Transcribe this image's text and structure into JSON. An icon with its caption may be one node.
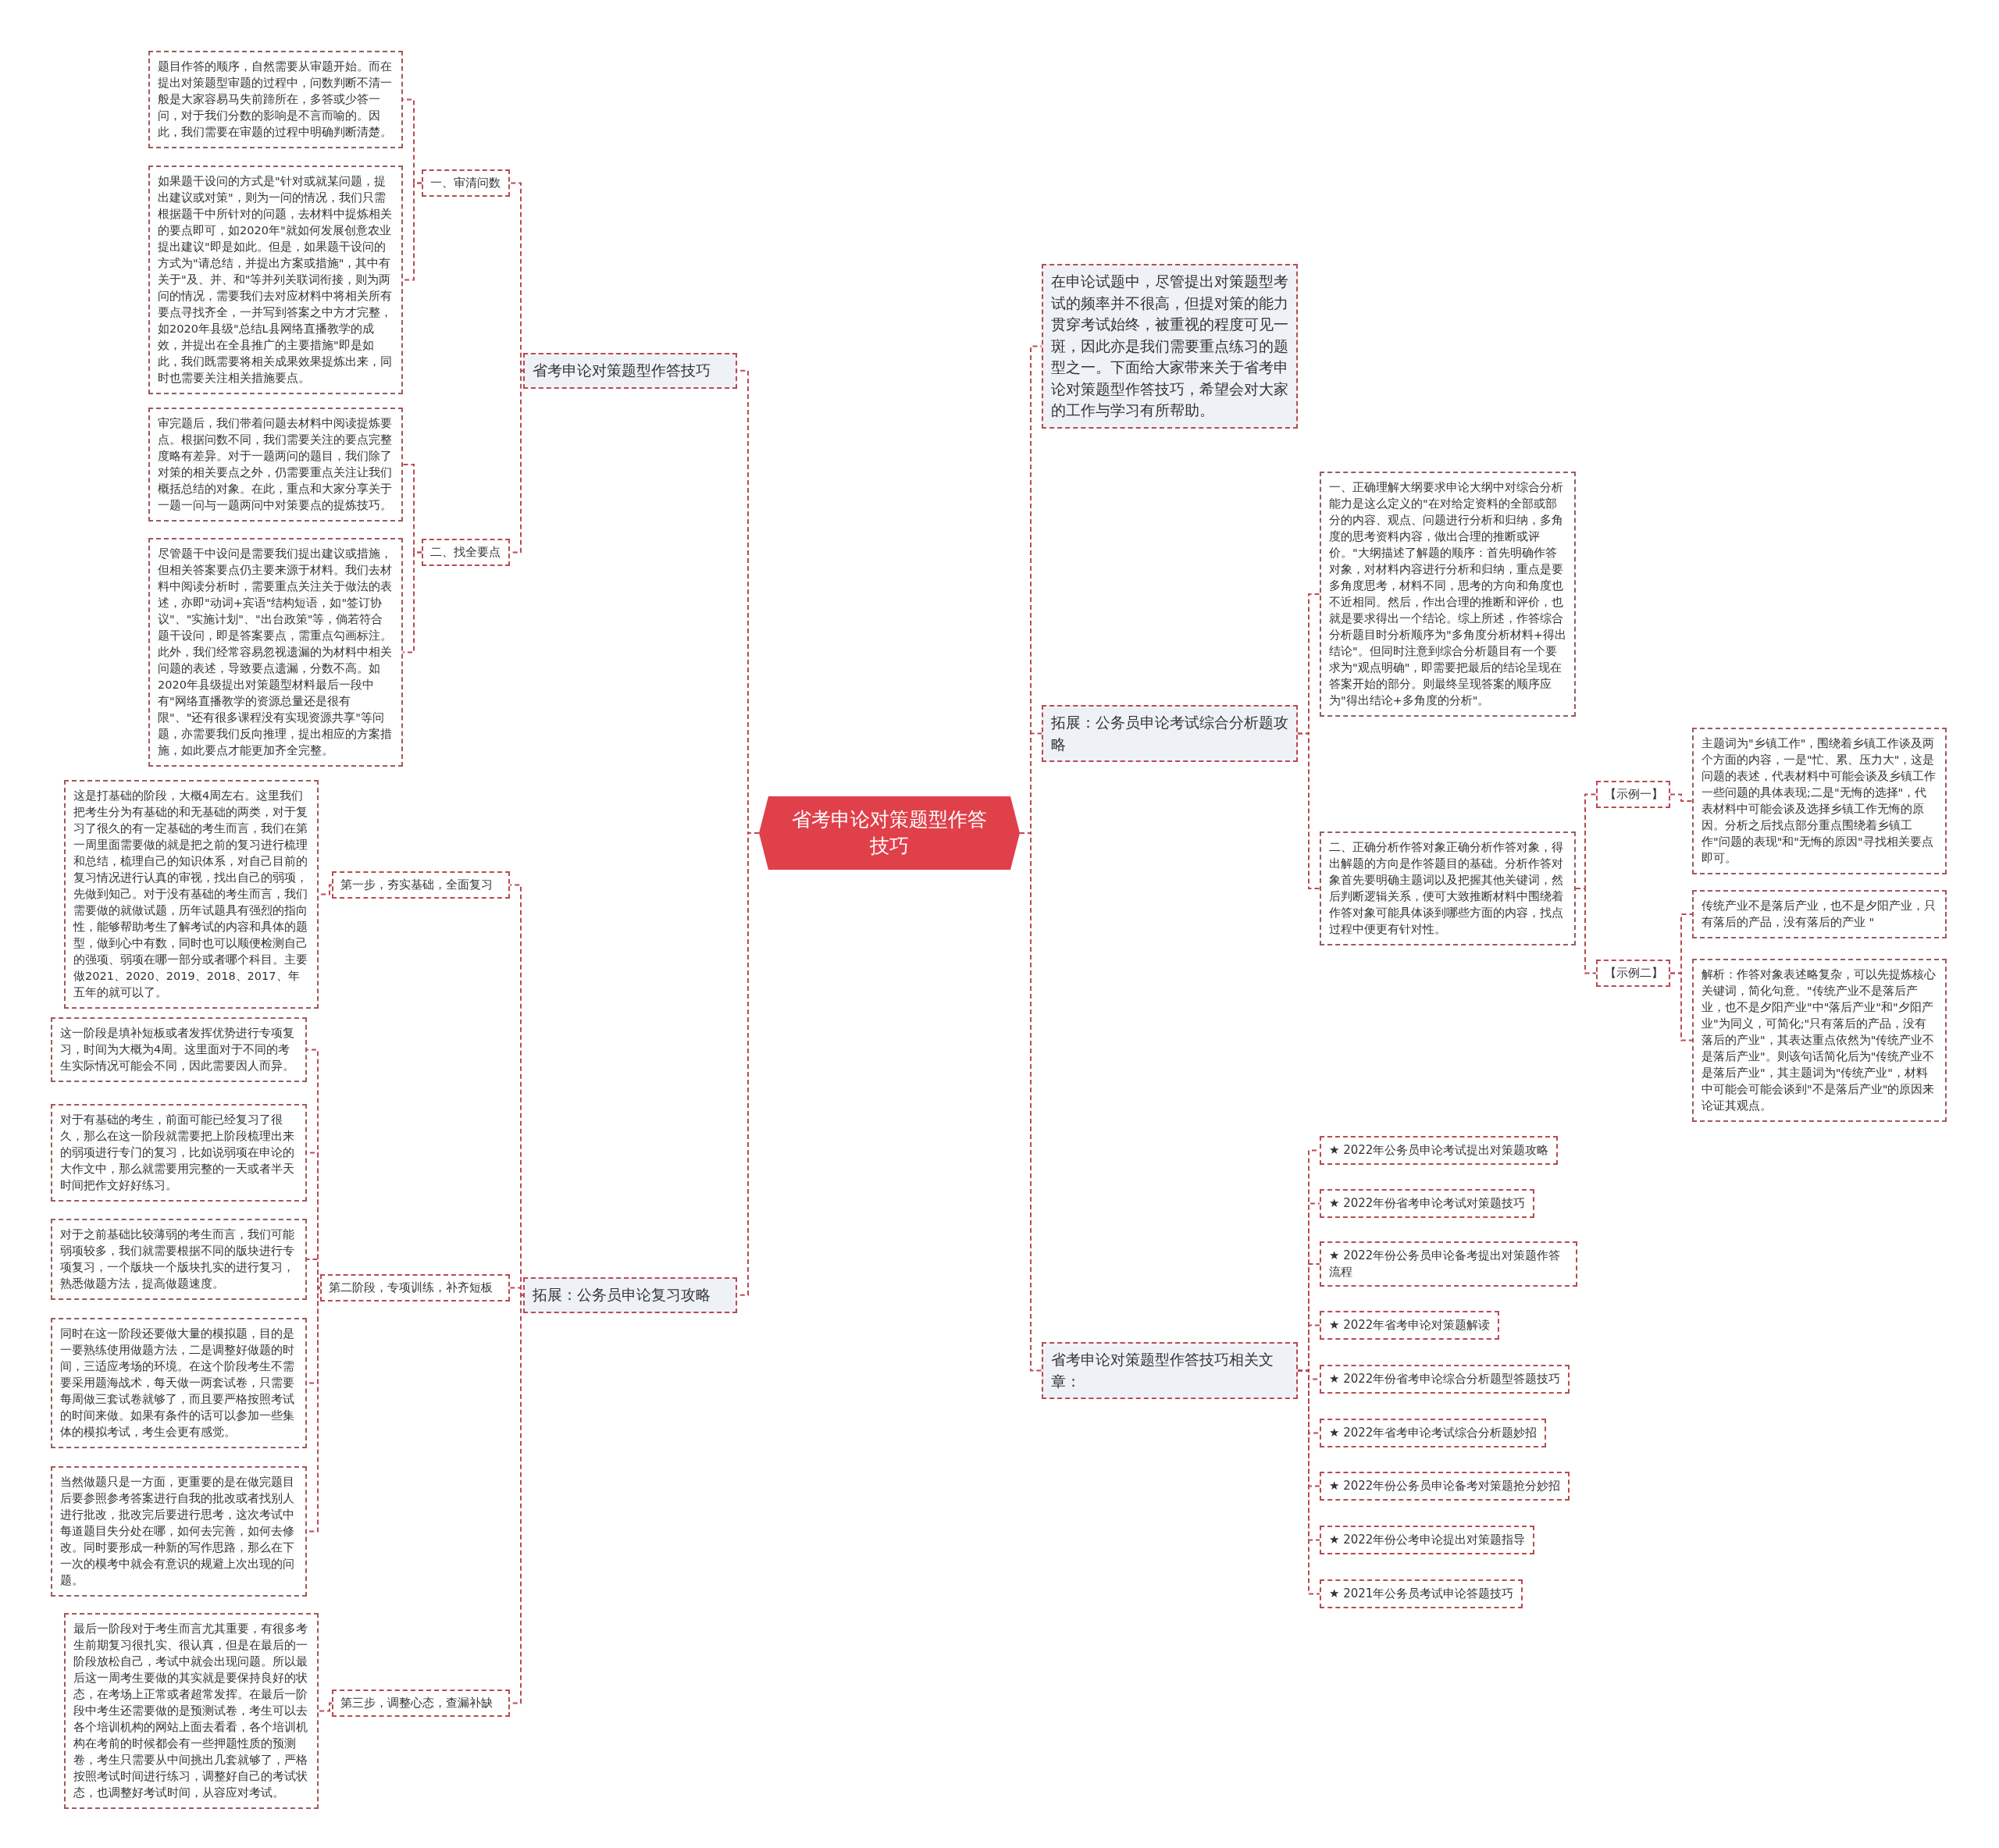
{
  "diagram": {
    "nodes": [
      {
        "text": [
          "省考申论对策题型作答技巧"
        ]
      },
      {
        "text": [
          "省考申论对策题型作答技巧"
        ]
      },
      {
        "text": [
          "一、审清问数"
        ]
      },
      {
        "text": [
          "题目作答的顺序，自然需要从审题开始。而在提出对策题型审题的过程中，问数判断不清一般是大家容易马失前蹄所在，多答或少答一问，对于我们分数的影响是不言而喻的。因此，我们需要在审题的过程中明确判断清楚。"
        ]
      },
      {
        "text": [
          "如果题干设问的方式是\"针对或就某问题，提出建议或对策\"，则为一问的情况，我们只需根据题干中所针对的问题，去材料中提炼相关的要点即可，如2020年\"就如何发展创意农业提出建议\"即是如此。但是，如果题干设问的方式为\"请总结，并提出方案或措施\"，其中有关于\"及、并、和\"等并列关联词衔接，则为两问的情况，需要我们去对应材料中将相关所有要点寻找齐全，一并写到答案之中方才完整，如2020年县级\"总结L县网络直播教学的成效，并提出在全县推广的主要措施\"即是如此，我们既需要将相关成果效果提炼出来，同时也需要关注相关措施要点。"
        ]
      },
      {
        "text": [
          "二、找全要点"
        ]
      },
      {
        "text": [
          "审完题后，我们带着问题去材料中阅读提炼要点。根据问数不同，我们需要关注的要点完整度略有差异。对于一题两问的题目，我们除了对策的相关要点之外，仍需要重点关注让我们概括总结的对象。在此，重点和大家分享关于一题一问与一题两问中对策要点的提炼技巧。"
        ]
      },
      {
        "text": [
          "尽管题干中设问是需要我们提出建议或措施，但相关答案要点仍主要来源于材料。我们去材料中阅读分析时，需要重点关注关于做法的表述，亦即\"动词+宾语\"结构短语，如\"签订协议\"、\"实施计划\"、\"出台政策\"等，倘若符合题干设问，即是答案要点，需重点勾画标注。此外，我们经常容易忽视遗漏的为材料中相关问题的表述，导致要点遗漏，分数不高。如2020年县级提出对策题型材料最后一段中有\"网络直播教学的资源总量还是很有限\"、\"还有很多课程没有实现资源共享\"等问题，亦需要我们反向推理，提出相应的方案措施，如此要点才能更加齐全完整。"
        ]
      },
      {
        "text": [
          "拓展：公务员申论复习攻略"
        ]
      },
      {
        "text": [
          "第一步，夯实基础，全面复习"
        ]
      },
      {
        "text": [
          "这是打基础的阶段，大概4周左右。这里我们把考生分为有基础的和无基础的两类，对于复习了很久的有一定基础的考生而言，我们在第一周里面需要做的就是把之前的复习进行梳理和总结，梳理自己的知识体系，对自己目前的复习情况进行认真的审视，找出自己的弱项，先做到知己。对于没有基础的考生而言，我们需要做的就做试题，历年试题具有强烈的指向性，能够帮助考生了解考试的内容和具体的题型，做到心中有数，同时也可以顺便检测自己的强项、弱项在哪一部分或者哪个科目。主要做2021、2020、2019、2018、2017、年五年的就可以了。"
        ]
      },
      {
        "text": [
          "第二阶段，专项训练，补齐短板"
        ]
      },
      {
        "text": [
          "这一阶段是填补短板或者发挥优势进行专项复习，时间为大概为4周。这里面对于不同的考生实际情况可能会不同，因此需要因人而异。"
        ]
      },
      {
        "text": [
          "对于有基础的考生，前面可能已经复习了很久，那么在这一阶段就需要把上阶段梳理出来的弱项进行专门的复习，比如说弱项在申论的大作文中，那么就需要用完整的一天或者半天时间把作文好好练习。"
        ]
      },
      {
        "text": [
          "对于之前基础比较薄弱的考生而言，我们可能弱项较多，我们就需要根据不同的版块进行专项复习，一个版块一个版块扎实的进行复习，熟悉做题方法，提高做题速度。"
        ]
      },
      {
        "text": [
          "同时在这一阶段还要做大量的模拟题，目的是一要熟练使用做题方法，二是调整好做题的时间，三适应考场的环境。在这个阶段考生不需要采用题海战术，每天做一两套试卷，只需要每周做三套试卷就够了，而且要严格按照考试的时间来做。如果有条件的话可以参加一些集体的模拟考试，考生会更有感觉。"
        ]
      },
      {
        "text": [
          "当然做题只是一方面，更重要的是在做完题目后要参照参考答案进行自我的批改或者找别人进行批改，批改完后要进行思考，这次考试中每道题目失分处在哪，如何去完善，如何去修改。同时要形成一种新的写作思路，那么在下一次的模考中就会有意识的规避上次出现的问题。"
        ]
      },
      {
        "text": [
          "第三步，调整心态，查漏补缺"
        ]
      },
      {
        "text": [
          "最后一阶段对于考生而言尤其重要，有很多考生前期复习很扎实、很认真，但是在最后的一阶段放松自己，考试中就会出现问题。所以最后这一周考生要做的其实就是要保持良好的状态，在考场上正常或者超常发挥。在最后一阶段中考生还需要做的是预测试卷，考生可以去各个培训机构的网站上面去看看，各个培训机构在考前的时候都会有一些押题性质的预测卷，考生只需要从中间挑出几套就够了，严格按照考试时间进行练习，调整好自己的考试状态，也调整好考试时间，从容应对考试。"
        ]
      },
      {
        "text": [
          "在申论试题中，尽管提出对策题型考试的频率并不很高，但提对策的能力贯穿考试始终，被重视的程度可见一斑，因此亦是我们需要重点练习的题型之一。下面给大家带来关于省考申论对策题型作答技巧，希望会对大家的工作与学习有所帮助。"
        ]
      },
      {
        "text": [
          "拓展：公务员申论考试综合分析题攻略"
        ]
      },
      {
        "text": [
          "一、正确理解大纲要求申论大纲中对综合分析能力是这么定义的\"在对给定资料的全部或部分的内容、观点、问题进行分析和归纳，多角度的思考资料内容，做出合理的推断或评价。\"大纲描述了解题的顺序：首先明确作答对象，对材料内容进行分析和归纳，重点是要多角度思考，材料不同，思考的方向和角度也不近相同。然后，作出合理的推断和评价，也就是要求得出一个结论。综上所述，作答综合分析题目时分析顺序为\"多角度分析材料+得出结论\"。但同时注意到综合分析题目有一个要求为\"观点明确\"，即需要把最后的结论呈现在答案开始的部分。则最终呈现答案的顺序应为\"得出结论+多角度的分析\"。"
        ]
      },
      {
        "text": [
          "二、正确分析作答对象正确分析作答对象，得出解题的方向是作答题目的基础。分析作答对象首先要明确主题词以及把握其他关键词，然后判断逻辑关系，便可大致推断材料中围绕着作答对象可能具体谈到哪些方面的内容，找点过程中便更有针对性。"
        ]
      },
      {
        "text": [
          "【示例一】"
        ]
      },
      {
        "text": [
          "主题词为\"乡镇工作\"，围绕着乡镇工作谈及两个方面的内容，一是\"忙、累、压力大\"，这是问题的表述，代表材料中可能会谈及乡镇工作一些问题的具体表现;二是\"无悔的选择\"，代表材料中可能会谈及选择乡镇工作无悔的原因。分析之后找点部分重点围绕着乡镇工作\"问题的表现\"和\"无悔的原因\"寻找相关要点即可。"
        ]
      },
      {
        "text": [
          "【示例二】"
        ]
      },
      {
        "text": [
          "传统产业不是落后产业，也不是夕阳产业，只有落后的产品，没有落后的产业 \""
        ]
      },
      {
        "text": [
          "解析：作答对象表述略复杂，可以先提炼核心关键词，简化句意。\"传统产业不是落后产业，也不是夕阳产业\"中\"落后产业\"和\"夕阳产业\"为同义，可简化;\"只有落后的产品，没有落后的产业\"，其表达重点依然为\"传统产业不是落后产业\"。则该句话简化后为\"传统产业不是落后产业\"，其主题词为\"传统产业\"，材料中可能会可能会谈到\"不是落后产业\"的原因来论证其观点。"
        ]
      },
      {
        "text": [
          "省考申论对策题型作答技巧相关文章："
        ]
      },
      {
        "text": [
          "★ 2022年公务员申论考试提出对策题攻略"
        ]
      },
      {
        "text": [
          "★ 2022年份省考申论考试对策题技巧"
        ]
      },
      {
        "text": [
          "★ 2022年份公务员申论备考提出对策题作答流程"
        ]
      },
      {
        "text": [
          "★ 2022年省考申论对策题解读"
        ]
      },
      {
        "text": [
          "★ 2022年份省考申论综合分析题型答题技巧"
        ]
      },
      {
        "text": [
          "★ 2022年省考申论考试综合分析题妙招"
        ]
      },
      {
        "text": [
          "★ 2022年份公务员申论备考对策题抢分妙招"
        ]
      },
      {
        "text": [
          "★ 2022年份公考申论提出对策题指导"
        ]
      },
      {
        "text": [
          "★ 2021年公务员考试申论答题技巧"
        ]
      }
    ],
    "edges": [
      {
        "from": 0,
        "to": 1,
        "arrow": "none"
      },
      {
        "from": 1,
        "to": 2,
        "arrow": "none"
      },
      {
        "from": 2,
        "to": 3,
        "arrow": "none"
      },
      {
        "from": 2,
        "to": 4,
        "arrow": "none"
      },
      {
        "from": 1,
        "to": 5,
        "arrow": "none"
      },
      {
        "from": 5,
        "to": 6,
        "arrow": "none"
      },
      {
        "from": 5,
        "to": 7,
        "arrow": "none"
      },
      {
        "from": 0,
        "to": 8,
        "arrow": "none"
      },
      {
        "from": 8,
        "to": 9,
        "arrow": "none"
      },
      {
        "from": 9,
        "to": 10,
        "arrow": "none"
      },
      {
        "from": 8,
        "to": 11,
        "arrow": "none"
      },
      {
        "from": 11,
        "to": 12,
        "arrow": "none"
      },
      {
        "from": 11,
        "to": 13,
        "arrow": "none"
      },
      {
        "from": 11,
        "to": 14,
        "arrow": "none"
      },
      {
        "from": 11,
        "to": 15,
        "arrow": "none"
      },
      {
        "from": 11,
        "to": 16,
        "arrow": "none"
      },
      {
        "from": 8,
        "to": 17,
        "arrow": "none"
      },
      {
        "from": 17,
        "to": 18,
        "arrow": "none"
      },
      {
        "from": 0,
        "to": 19,
        "arrow": "none"
      },
      {
        "from": 0,
        "to": 20,
        "arrow": "none"
      },
      {
        "from": 20,
        "to": 21,
        "arrow": "none"
      },
      {
        "from": 20,
        "to": 22,
        "arrow": "none"
      },
      {
        "from": 22,
        "to": 23,
        "arrow": "none"
      },
      {
        "from": 23,
        "to": 24,
        "arrow": "none"
      },
      {
        "from": 22,
        "to": 25,
        "arrow": "none"
      },
      {
        "from": 25,
        "to": 26,
        "arrow": "none"
      },
      {
        "from": 25,
        "to": 27,
        "arrow": "none"
      },
      {
        "from": 0,
        "to": 28,
        "arrow": "none"
      },
      {
        "from": 28,
        "to": 29,
        "arrow": "none"
      },
      {
        "from": 28,
        "to": 30,
        "arrow": "none"
      },
      {
        "from": 28,
        "to": 31,
        "arrow": "none"
      },
      {
        "from": 28,
        "to": 32,
        "arrow": "none"
      },
      {
        "from": 28,
        "to": 33,
        "arrow": "none"
      },
      {
        "from": 28,
        "to": 34,
        "arrow": "none"
      },
      {
        "from": 28,
        "to": 35,
        "arrow": "none"
      },
      {
        "from": 28,
        "to": 36,
        "arrow": "none"
      },
      {
        "from": 28,
        "to": 37,
        "arrow": "none"
      }
    ]
  }
}
